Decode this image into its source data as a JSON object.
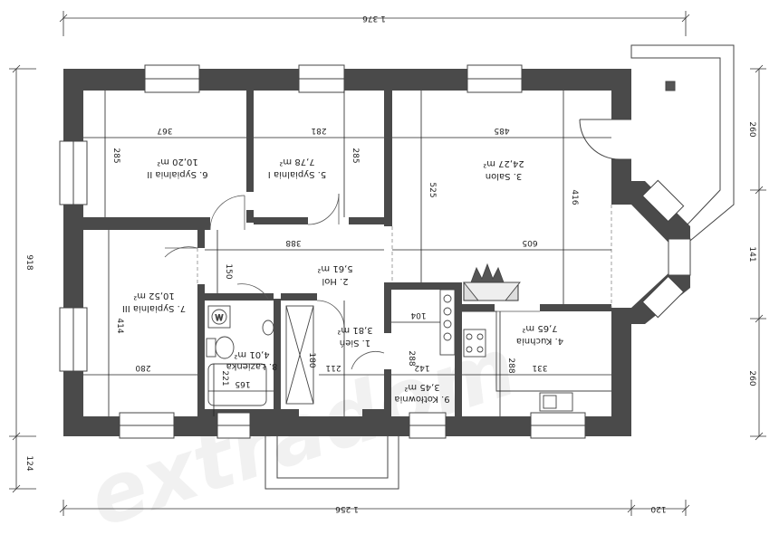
{
  "watermark": "extradom",
  "rooms": [
    {
      "name": "6. Sypialnia II",
      "area": "10,20 m²"
    },
    {
      "name": "5. Sypialnia I",
      "area": "7,78 m²"
    },
    {
      "name": "3. Salon",
      "area": "24,27 m²"
    },
    {
      "name": "7. Sypialnia III",
      "area": "10,52 m²"
    },
    {
      "name": "2. Hol",
      "area": "5,61 m²"
    },
    {
      "name": "1. Sień",
      "area": "3,81 m²"
    },
    {
      "name": "8. Łazienka",
      "area": "4,01 m²"
    },
    {
      "name": "4. Kuchnia",
      "area": "7,65 m²"
    },
    {
      "name": "9. Kotłownia",
      "area": "3,45 m²"
    }
  ],
  "overall_dims": {
    "top_width": "1 376",
    "bottom_width": "1 256",
    "bottom_extension": "120",
    "left_height": "918",
    "left_porch": "124",
    "right_upper": "260",
    "right_middle": "141",
    "right_lower": "260"
  },
  "interior_dims": {
    "bedroom2_width": "367",
    "bedroom2_height": "285",
    "bedroom1_width": "281",
    "bedroom1_height": "285",
    "salon_width": "485",
    "salon_height_a": "525",
    "salon_height_b": "416",
    "hall_width": "388",
    "salon_lower_width": "605",
    "hall_height": "150",
    "bedroom3_height": "414",
    "bedroom3_width": "280",
    "bath_width": "165",
    "bath_height": "221",
    "entry_width": "211",
    "entry_height": "180",
    "boiler_width_a": "104",
    "boiler_width_b": "142",
    "boiler_height": "288",
    "kitchen_width": "331",
    "kitchen_height": "288"
  },
  "fixture_label": "W"
}
